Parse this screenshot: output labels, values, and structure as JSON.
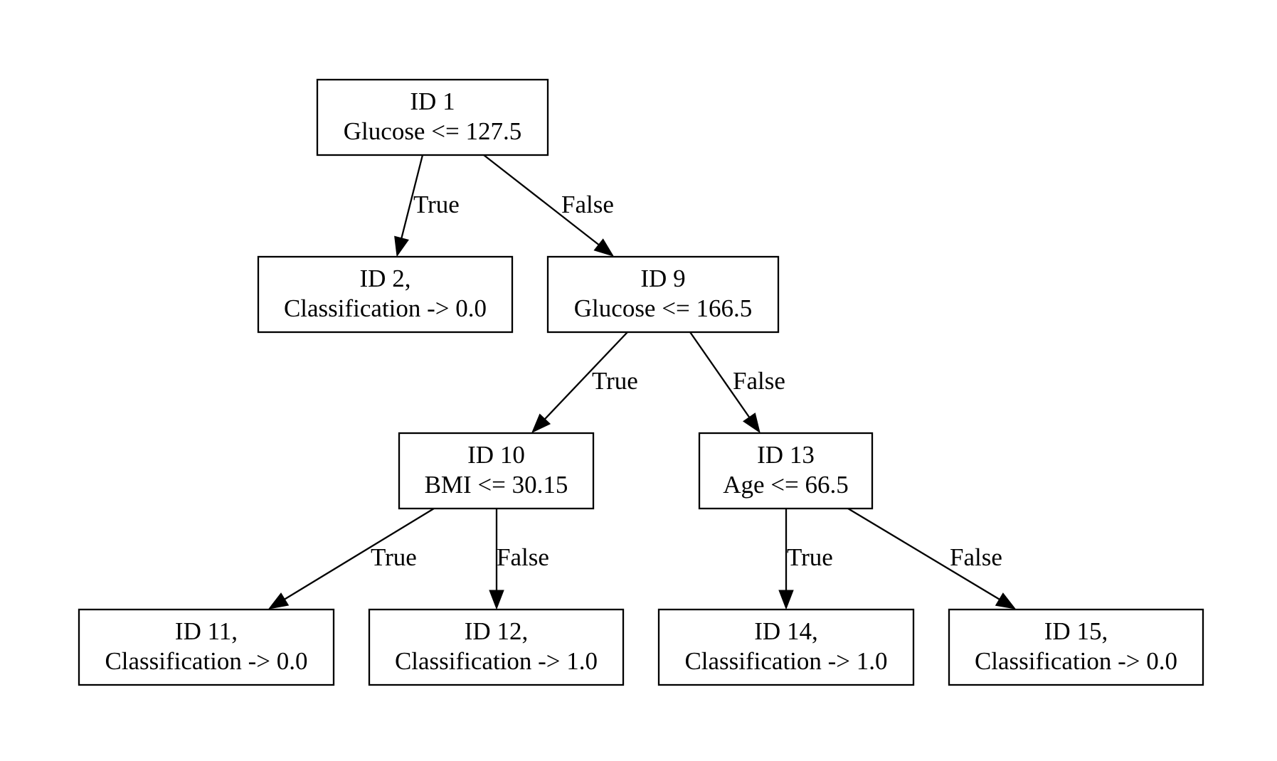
{
  "diagram": {
    "nodes": [
      {
        "key": "n1",
        "id_text": "ID 1",
        "detail": "Glucose <= 127.5"
      },
      {
        "key": "n2",
        "id_text": "ID 2,",
        "detail": "Classification -> 0.0"
      },
      {
        "key": "n9",
        "id_text": "ID 9",
        "detail": "Glucose <= 166.5"
      },
      {
        "key": "n10",
        "id_text": "ID 10",
        "detail": "BMI <= 30.15"
      },
      {
        "key": "n13",
        "id_text": "ID 13",
        "detail": "Age <= 66.5"
      },
      {
        "key": "n11",
        "id_text": "ID 11,",
        "detail": "Classification -> 0.0"
      },
      {
        "key": "n12",
        "id_text": "ID 12,",
        "detail": "Classification -> 1.0"
      },
      {
        "key": "n14",
        "id_text": "ID 14,",
        "detail": "Classification -> 1.0"
      },
      {
        "key": "n15",
        "id_text": "ID 15,",
        "detail": "Classification -> 0.0"
      }
    ],
    "edges": [
      {
        "key": "e1-2",
        "from": "n1",
        "to": "n2",
        "label": "True"
      },
      {
        "key": "e1-9",
        "from": "n1",
        "to": "n9",
        "label": "False"
      },
      {
        "key": "e9-10",
        "from": "n9",
        "to": "n10",
        "label": "True"
      },
      {
        "key": "e9-13",
        "from": "n9",
        "to": "n13",
        "label": "False"
      },
      {
        "key": "e10-11",
        "from": "n10",
        "to": "n11",
        "label": "True"
      },
      {
        "key": "e10-12",
        "from": "n10",
        "to": "n12",
        "label": "False"
      },
      {
        "key": "e13-14",
        "from": "n13",
        "to": "n14",
        "label": "True"
      },
      {
        "key": "e13-15",
        "from": "n13",
        "to": "n15",
        "label": "False"
      }
    ]
  }
}
